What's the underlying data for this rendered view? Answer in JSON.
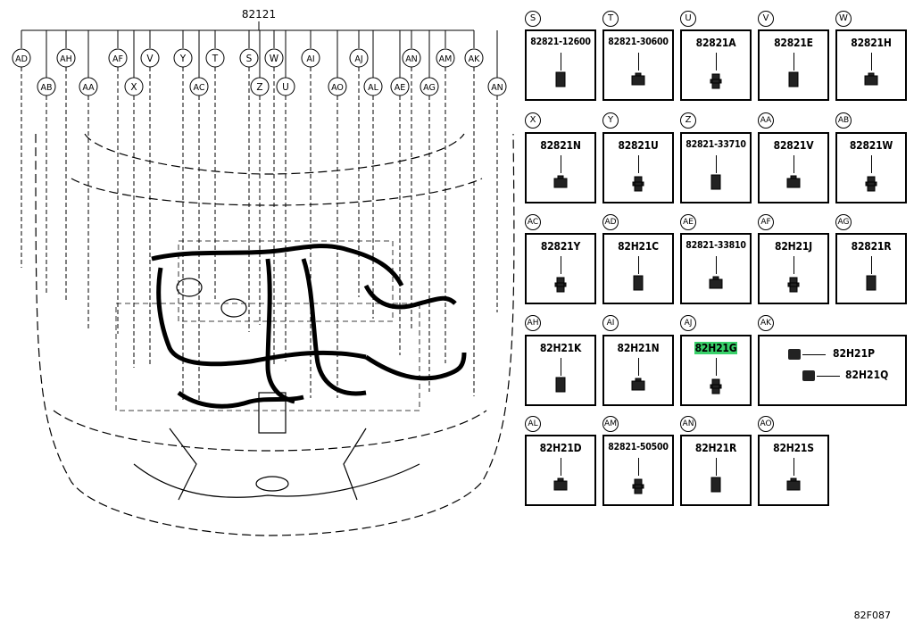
{
  "main_part": "82121",
  "diagram_code": "82F087",
  "left_top_labels": [
    "AD",
    "AH",
    "AF",
    "V",
    "Y",
    "T",
    "S",
    "W",
    "AI",
    "AJ",
    "AN",
    "AM",
    "AK"
  ],
  "left_bottom_labels": [
    "AB",
    "AA",
    "X",
    "AC",
    "Z",
    "U",
    "AO",
    "AL",
    "AE",
    "AG",
    "AN"
  ],
  "connectors": [
    {
      "label": "S",
      "part": "82821-12600"
    },
    {
      "label": "T",
      "part": "82821-30600"
    },
    {
      "label": "U",
      "part": "82821A"
    },
    {
      "label": "V",
      "part": "82821E"
    },
    {
      "label": "W",
      "part": "82821H"
    },
    {
      "label": "X",
      "part": "82821N"
    },
    {
      "label": "Y",
      "part": "82821U"
    },
    {
      "label": "Z",
      "part": "82821-33710"
    },
    {
      "label": "AA",
      "part": "82821V"
    },
    {
      "label": "AB",
      "part": "82821W"
    },
    {
      "label": "AC",
      "part": "82821Y"
    },
    {
      "label": "AD",
      "part": "82H21C"
    },
    {
      "label": "AE",
      "part": "82821-33810"
    },
    {
      "label": "AF",
      "part": "82H21J"
    },
    {
      "label": "AG",
      "part": "82821R"
    },
    {
      "label": "AH",
      "part": "82H21K"
    },
    {
      "label": "AI",
      "part": "82H21N"
    },
    {
      "label": "AJ",
      "part": "82H21G"
    },
    {
      "label": "AL",
      "part": "82H21D"
    },
    {
      "label": "AM",
      "part": "82821-50500"
    },
    {
      "label": "AN",
      "part": "82H21R"
    },
    {
      "label": "AO",
      "part": "82H21S"
    }
  ],
  "ak_group": {
    "label": "AK",
    "parts": [
      "82H21P",
      "82H21Q"
    ]
  },
  "highlight_color": "#39d16a"
}
